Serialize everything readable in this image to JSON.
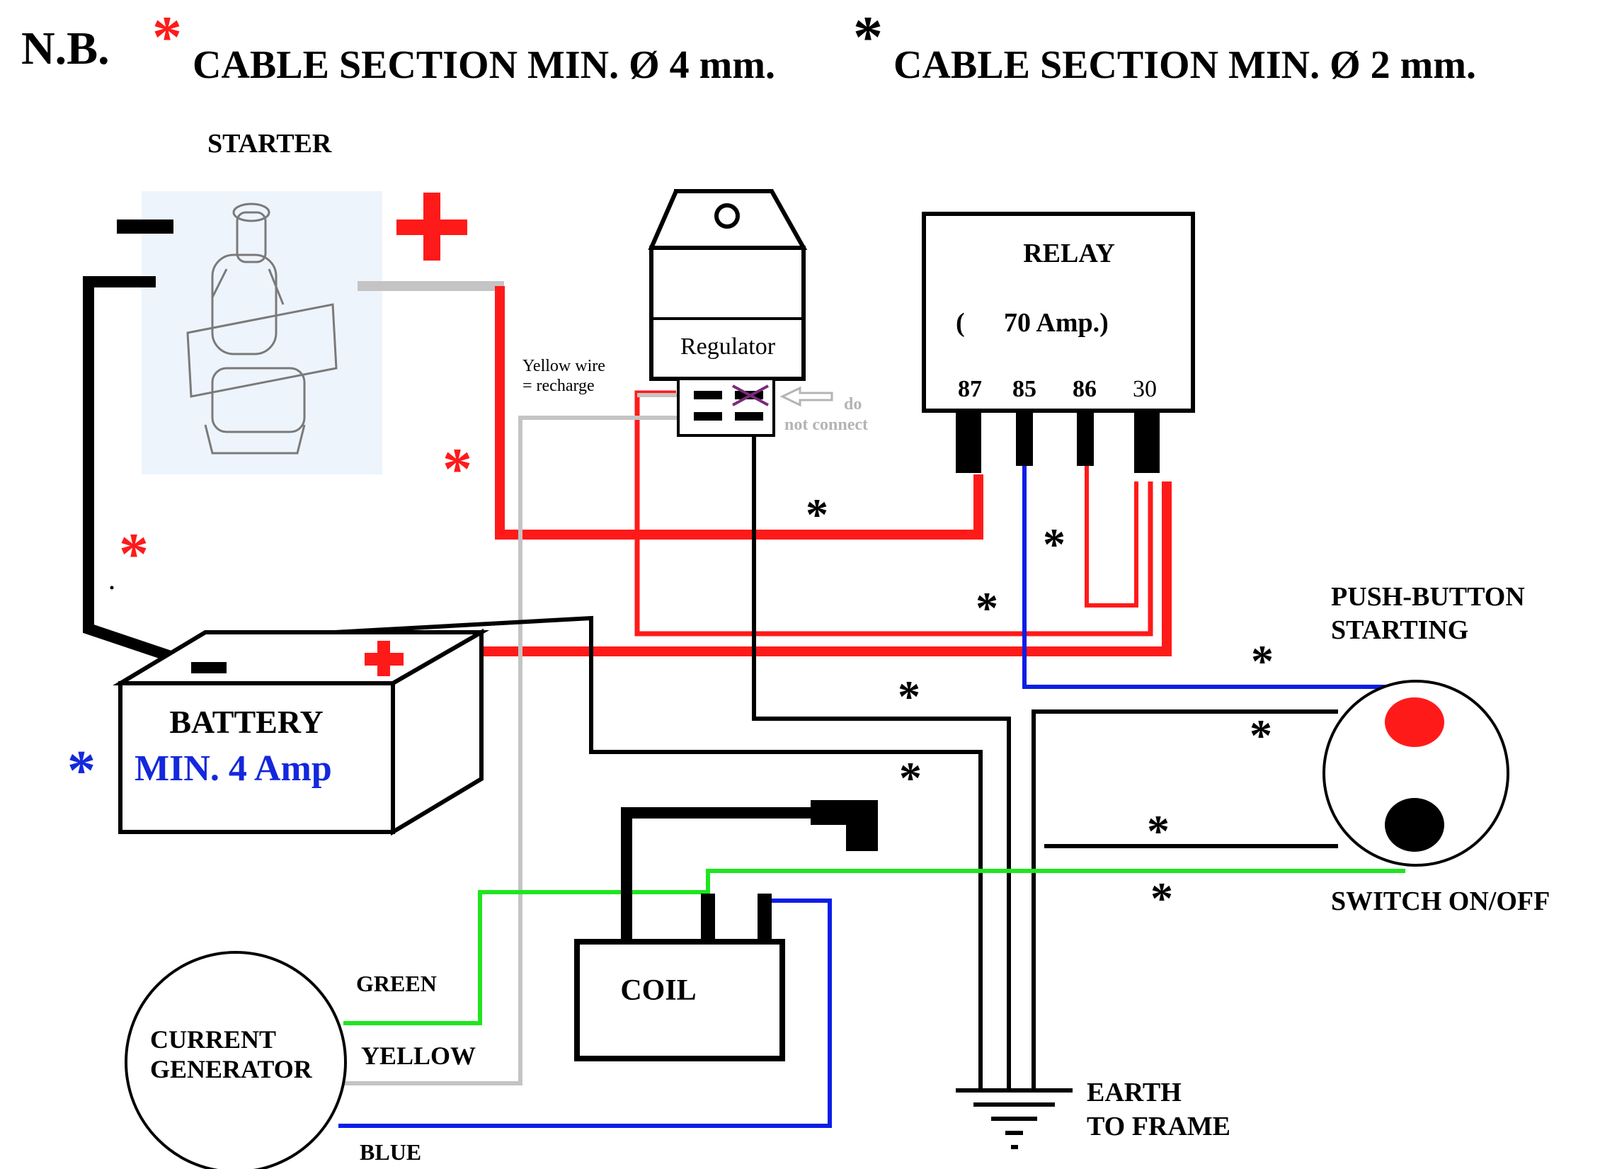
{
  "header": {
    "nb": "N.B.",
    "note_red": "CABLE SECTION MIN. Ø 4 mm.",
    "note_black": "CABLE SECTION MIN. Ø 2 mm.",
    "asterisk": "*"
  },
  "starter": {
    "label": "STARTER",
    "minus": "−",
    "plus": "+"
  },
  "regulator": {
    "label": "Regulator",
    "yellow_note_1": "Yellow wire",
    "yellow_note_2": "= recharge",
    "dnc_1": "do",
    "dnc_2": "not connect"
  },
  "relay": {
    "title": "RELAY",
    "rating_open": "(",
    "rating": "70  Amp.)",
    "pins": [
      "87",
      "85",
      "86",
      "30"
    ]
  },
  "battery": {
    "label": "BATTERY",
    "min": "MIN. 4 Amp"
  },
  "coil": {
    "label": "COIL"
  },
  "generator": {
    "line1": "CURRENT",
    "line2": "GENERATOR",
    "wire_green": "GREEN",
    "wire_yellow": "YELLOW",
    "wire_blue": "BLUE"
  },
  "push_button": {
    "line1": "PUSH-BUTTON",
    "line2": "STARTING"
  },
  "switch": {
    "label": "SWITCH ON/OFF"
  },
  "earth": {
    "line1": "EARTH",
    "line2": "TO FRAME"
  },
  "colors": {
    "red": "#ff1a1a",
    "black": "#000000",
    "blue": "#0a1ee6",
    "green": "#1ee61e",
    "gray": "#c4c4c4",
    "battery_blue": "#1428dc",
    "dnc_gray": "#b4b4b4",
    "cross_purple": "#7a2a7a"
  }
}
